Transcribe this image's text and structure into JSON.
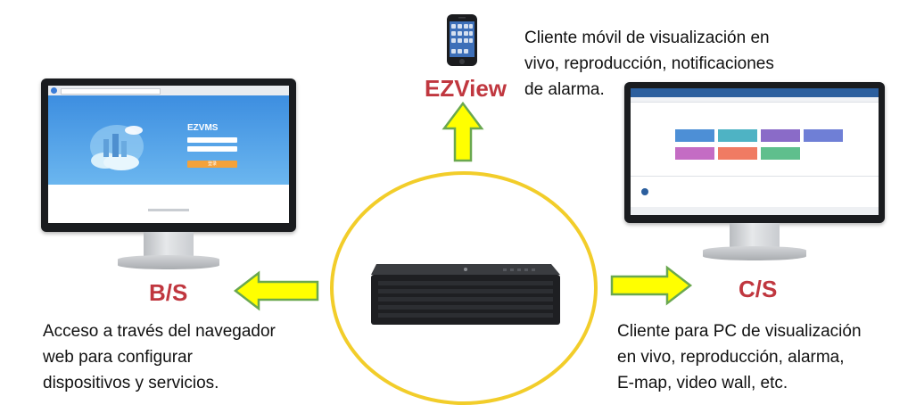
{
  "center": {
    "device": "nvr-device"
  },
  "ezview": {
    "label": "EZView",
    "description_lines": [
      "Cliente móvil de visualización en",
      "vivo, reproducción, notificaciones",
      "de alarma."
    ]
  },
  "bs": {
    "label": "B/S",
    "description_lines": [
      "Acceso a través del navegador",
      "web para configurar",
      "dispositivos y servicios."
    ],
    "screen": {
      "app_title": "EZVMS",
      "button_label": "登录"
    }
  },
  "cs": {
    "label": "C/S",
    "description_lines": [
      "Cliente para PC de visualización",
      "en vivo, reproducción, alarma,",
      "E-map, video wall, etc."
    ]
  },
  "colors": {
    "label_red": "#c0373f",
    "arrow_fill": "#ffff00",
    "arrow_stroke": "#6aa84f",
    "circle_stroke": "#f2cd2a"
  }
}
